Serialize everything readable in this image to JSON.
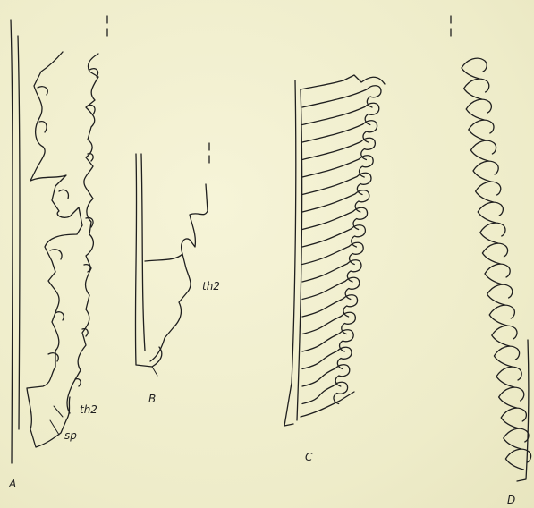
{
  "labels": {
    "A": "A",
    "B": "B",
    "C": "C",
    "D": "D",
    "th2_a": "th2",
    "th2_b": "th2",
    "sp": "sp"
  },
  "colors": {
    "ink": "#1f1f1f",
    "paper": "#f1efcf"
  }
}
